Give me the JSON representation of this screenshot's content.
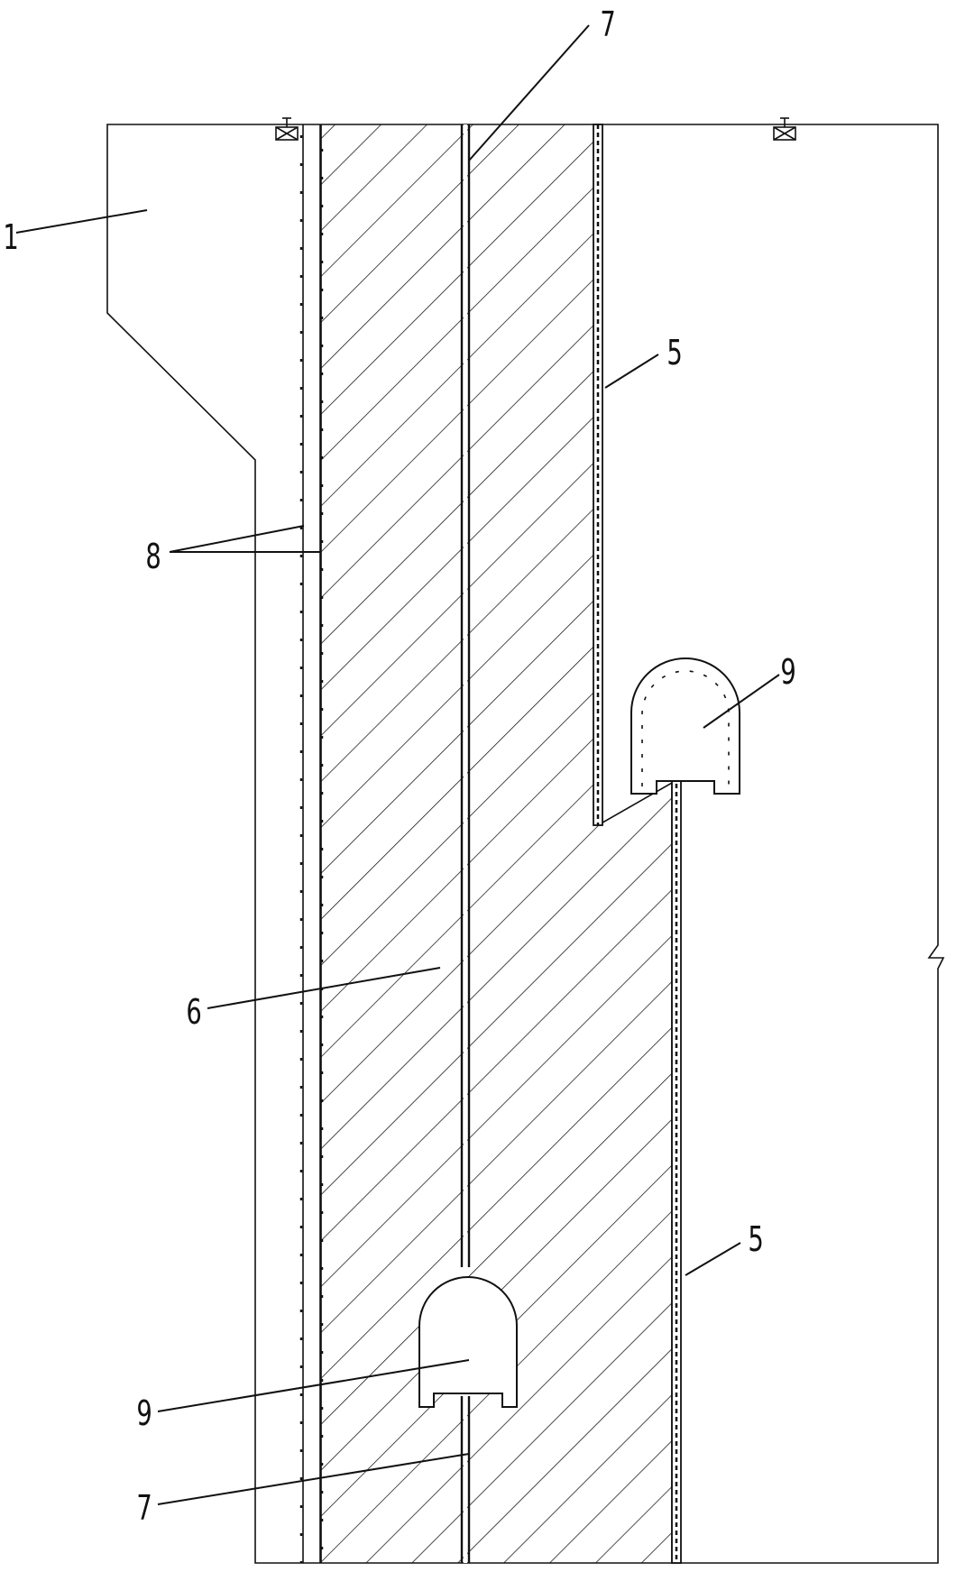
{
  "drawing": {
    "labels": {
      "top_7": "7",
      "label_1": "1",
      "upper_5": "5",
      "label_8": "8",
      "upper_9": "9",
      "label_6": "6",
      "lower_5": "5",
      "lower_9": "9",
      "bottom_7": "7"
    },
    "colors": {
      "line": "#111111",
      "background": "#ffffff"
    },
    "icons": [
      "survey-marker-icon"
    ]
  }
}
